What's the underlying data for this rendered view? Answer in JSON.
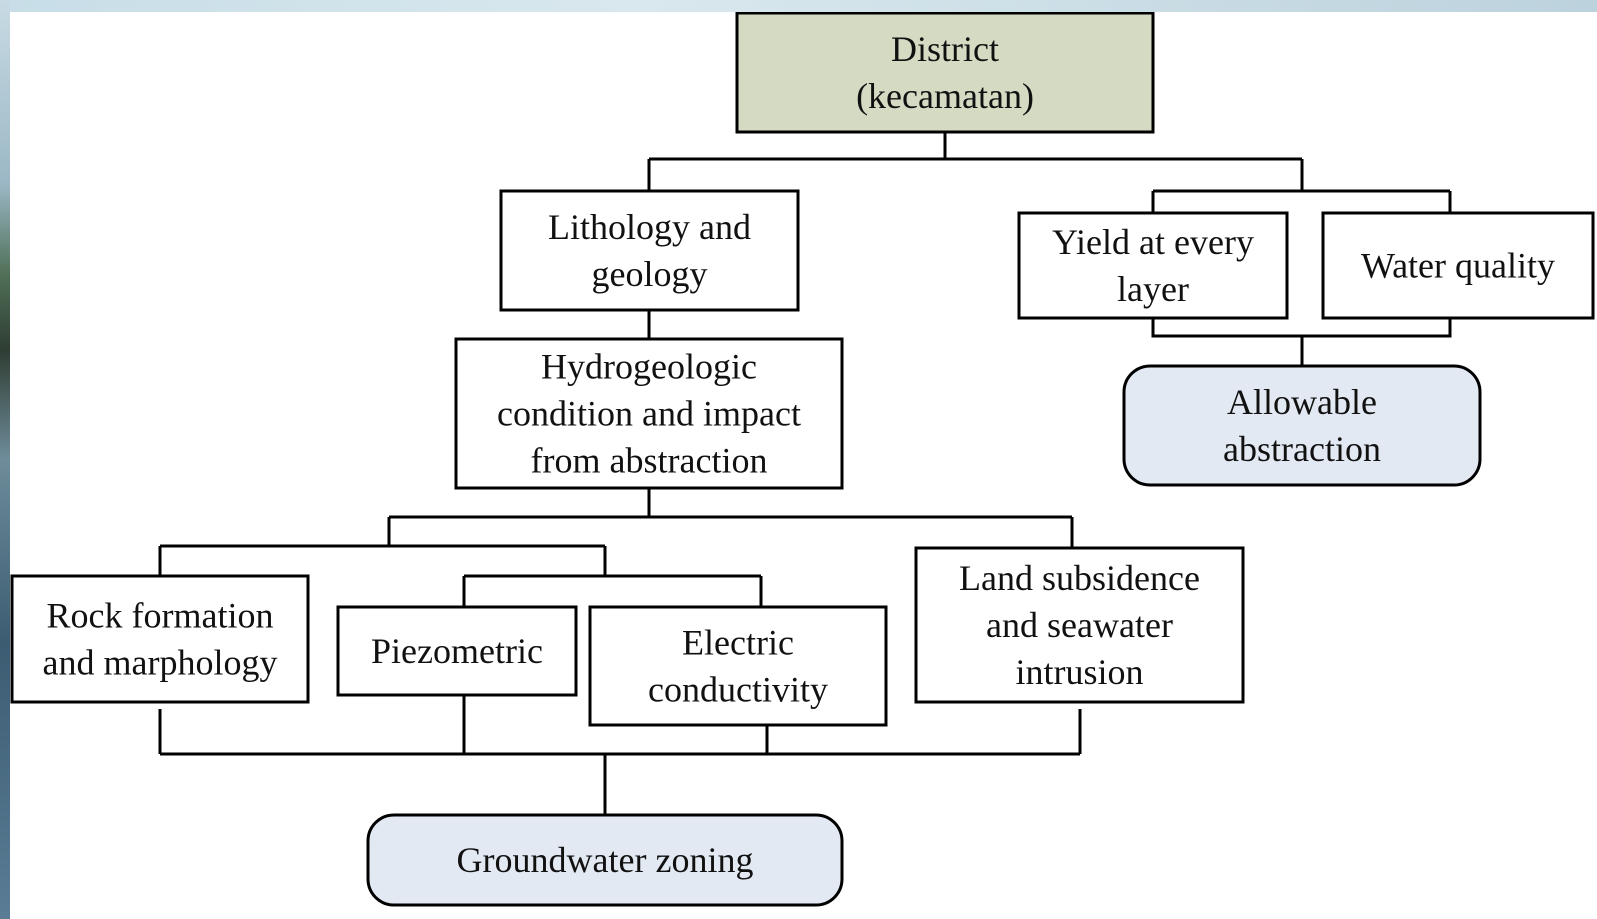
{
  "nodes": {
    "district": {
      "lines": [
        "District",
        "(kecamatan)"
      ],
      "fill": "#d5dbc3"
    },
    "lithology": {
      "lines": [
        "Lithology and",
        "geology"
      ],
      "fill": "#ffffff"
    },
    "hydrogeologic": {
      "lines": [
        "Hydrogeologic",
        "condition and impact",
        "from abstraction"
      ],
      "fill": "#ffffff"
    },
    "yield": {
      "lines": [
        "Yield at every",
        "layer"
      ],
      "fill": "#ffffff"
    },
    "water_quality": {
      "lines": [
        "Water quality"
      ],
      "fill": "#ffffff"
    },
    "allowable": {
      "lines": [
        "Allowable",
        "abstraction"
      ],
      "fill": "#e3e9f3"
    },
    "rock": {
      "lines": [
        "Rock formation",
        "and marphology"
      ],
      "fill": "#ffffff"
    },
    "piezometric": {
      "lines": [
        "Piezometric"
      ],
      "fill": "#ffffff"
    },
    "electric": {
      "lines": [
        "Electric",
        "conductivity"
      ],
      "fill": "#ffffff"
    },
    "land": {
      "lines": [
        "Land subsidence",
        "and seawater",
        "intrusion"
      ],
      "fill": "#ffffff"
    },
    "groundwater": {
      "lines": [
        "Groundwater zoning"
      ],
      "fill": "#e3e9f3"
    }
  }
}
